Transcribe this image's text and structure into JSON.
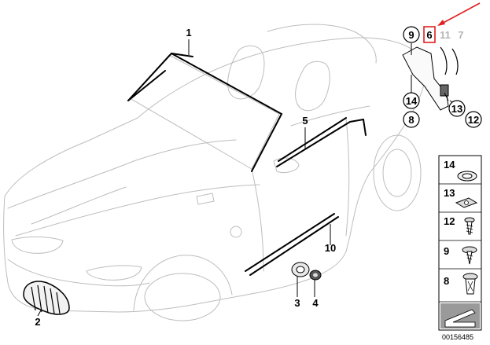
{
  "callouts": {
    "windshield_trim": "1",
    "kidney_grille": "2",
    "grommet": "3",
    "plug": "4",
    "door_seal": "5",
    "top_right_6": "6",
    "top_right_7": "7",
    "top_right_8": "8",
    "top_right_9": "9",
    "top_right_11": "11",
    "top_right_12": "12",
    "top_right_13": "13",
    "top_right_14": "14",
    "sill_trim": "10"
  },
  "legend": {
    "items": [
      "14",
      "13",
      "12",
      "9",
      "8"
    ]
  },
  "reference_number": "00156485",
  "colors": {
    "highlight": "#e02020",
    "car_outline": "#bdbdbd",
    "part": "#000000",
    "muted_callout": "#b5b5b5"
  }
}
